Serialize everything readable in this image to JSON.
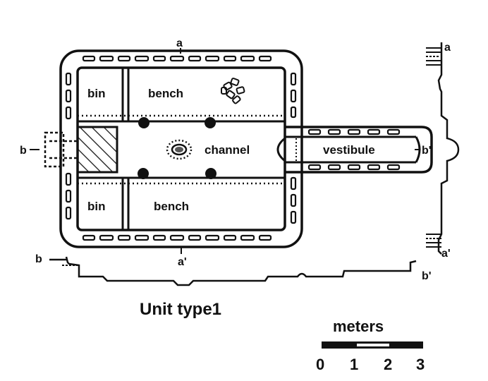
{
  "labels": {
    "bin_top": "bin",
    "bench_top": "bench",
    "channel": "channel",
    "vestibule": "vestibule",
    "bin_bottom": "bin",
    "bench_bottom": "bench"
  },
  "section_marks": {
    "a_top": "a",
    "a_bottom": "a'",
    "b_left": "b",
    "b_right": "b'",
    "a_profile_top": "a",
    "a_profile_bottom": "a'",
    "b_profile_left": "b",
    "b_profile_right": "b'"
  },
  "caption": "Unit type1",
  "scale": {
    "unit": "meters",
    "ticks": [
      "0",
      "1",
      "2",
      "3"
    ]
  }
}
